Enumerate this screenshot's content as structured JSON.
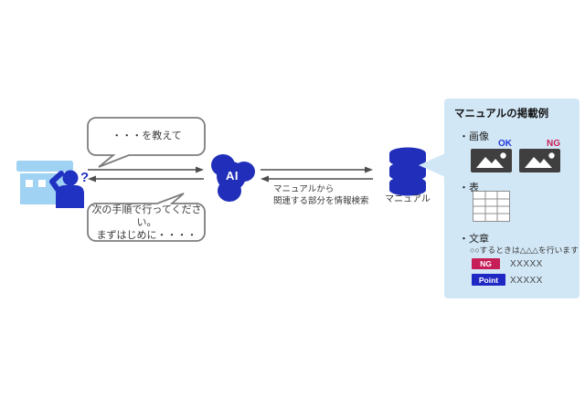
{
  "diagram": {
    "question_mark": "?",
    "user_request_bubble": "・・・を教えて",
    "ai_reply_line1": "次の手順で行ってください。",
    "ai_reply_line2": "まずはじめに・・・・",
    "ai_label": "AI",
    "search_caption_line1": "マニュアルから",
    "search_caption_line2": "関連する部分を情報検索",
    "database_label": "マニュアル"
  },
  "panel": {
    "title": "マニュアルの掲載例",
    "section_images": "・画像",
    "section_table": "・表",
    "section_text": "・文章",
    "image_ok_label": "OK",
    "image_ng_label": "NG",
    "text_example_sentence": "○○するときは△△△を行います",
    "ng_badge": "NG",
    "ng_value": "XXXXX",
    "point_badge": "Point",
    "point_value": "XXXXX"
  },
  "colors": {
    "icon_dark_blue": "#202eba",
    "store_light_blue": "#9fd2f3",
    "panel_background": "#d2e7f6",
    "ok_blue": "#2337dd",
    "ng_crimson": "#c71e57",
    "point_badge_blue": "#2028c4",
    "image_icon_gray": "#3f3f3f",
    "arrow_gray": "#4d4d4d",
    "bubble_border_gray": "#7d7d7d"
  }
}
